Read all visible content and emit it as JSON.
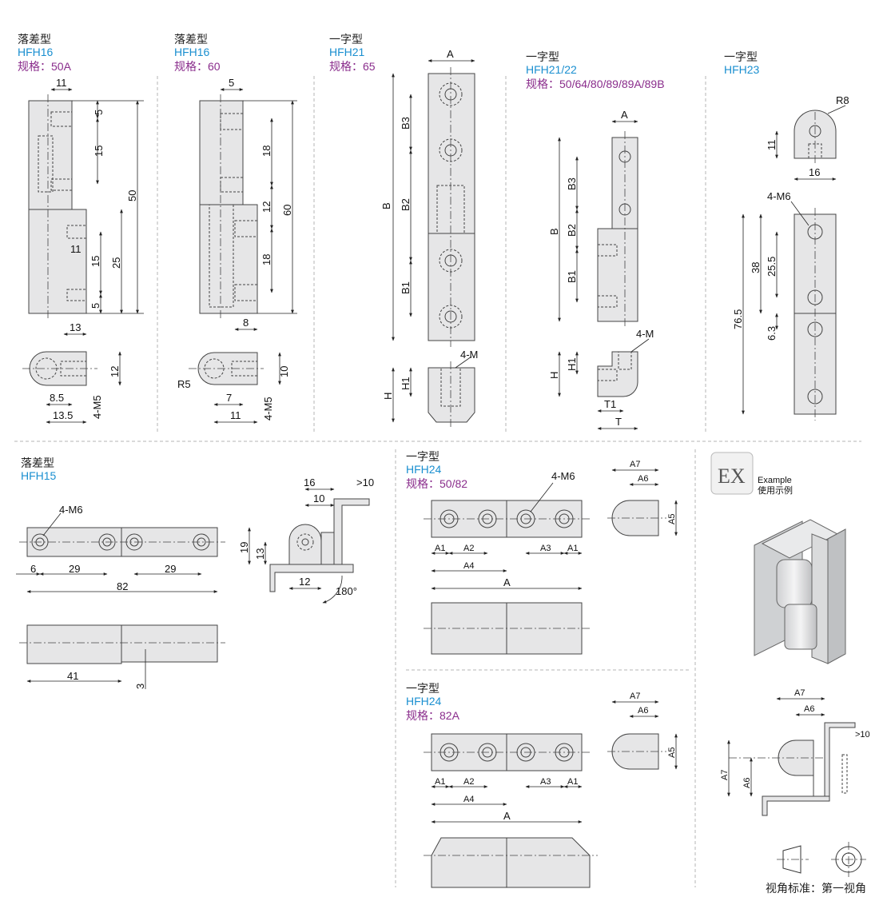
{
  "panels": {
    "p1": {
      "type": "落差型",
      "model": "HFH16",
      "spec": "规格：50A",
      "dims": {
        "d11a": "11",
        "d5a": "5",
        "d15a": "15",
        "d50": "50",
        "d11b": "11",
        "d15b": "15",
        "d25": "25",
        "d5b": "5",
        "d13": "13",
        "d12": "12",
        "d85": "8.5",
        "d135": "13.5",
        "m5": "4-M5"
      }
    },
    "p2": {
      "type": "落差型",
      "model": "HFH16",
      "spec": "规格：60",
      "dims": {
        "d5": "5",
        "d18a": "18",
        "d12": "12",
        "d60": "60",
        "d18b": "18",
        "d8": "8",
        "d10": "10",
        "r5": "R5",
        "d7": "7",
        "d11": "11",
        "m5": "4-M5"
      }
    },
    "p3": {
      "type": "一字型",
      "model": "HFH21",
      "spec": "规格：65",
      "dims": {
        "a": "A",
        "b": "B",
        "b3": "B3",
        "b2": "B2",
        "b1": "B1",
        "m": "4-M",
        "h": "H",
        "h1": "H1"
      }
    },
    "p4": {
      "type": "一字型",
      "model": "HFH21/22",
      "spec": "规格：50/64/80/89/89A/89B",
      "dims": {
        "a": "A",
        "b": "B",
        "b3": "B3",
        "b2": "B2",
        "b1": "B1",
        "m": "4-M",
        "h": "H",
        "h1": "H1",
        "t1": "T1",
        "t": "T"
      }
    },
    "p5": {
      "type": "一字型",
      "model": "HFH23",
      "dims": {
        "r8": "R8",
        "d11": "11",
        "d16": "16",
        "m6": "4-M6",
        "d38": "38",
        "d255": "25.5",
        "d765": "76.5",
        "d63": "6.3"
      }
    },
    "p6": {
      "type": "落差型",
      "model": "HFH15",
      "dims": {
        "m6": "4-M6",
        "d6": "6",
        "d29a": "29",
        "d29b": "29",
        "d82": "82",
        "d41": "41",
        "d3": "3",
        "d16": "16",
        "gt10": ">10",
        "d10": "10",
        "d19": "19",
        "d13": "13",
        "d12": "12",
        "angle": "180°"
      }
    },
    "p7": {
      "type": "一字型",
      "model": "HFH24",
      "spec": "规格：50/82",
      "dims": {
        "m6": "4-M6",
        "a1a": "A1",
        "a2": "A2",
        "a3": "A3",
        "a1b": "A1",
        "a4": "A4",
        "a": "A",
        "a7": "A7",
        "a6": "A6",
        "a5": "A5"
      }
    },
    "p8": {
      "type": "一字型",
      "model": "HFH24",
      "spec": "规格：82A",
      "dims": {
        "a1a": "A1",
        "a2": "A2",
        "a3": "A3",
        "a1b": "A1",
        "a4": "A4",
        "a": "A",
        "a7": "A7",
        "a6": "A6",
        "a5": "A5"
      }
    },
    "ex": {
      "badge": "EX",
      "label_en": "Example",
      "label_cn": "使用示例",
      "dims": {
        "a7": "A7",
        "a6": "A6",
        "gt10": ">10"
      }
    }
  },
  "footer": {
    "view_standard": "视角标准：第一视角"
  }
}
